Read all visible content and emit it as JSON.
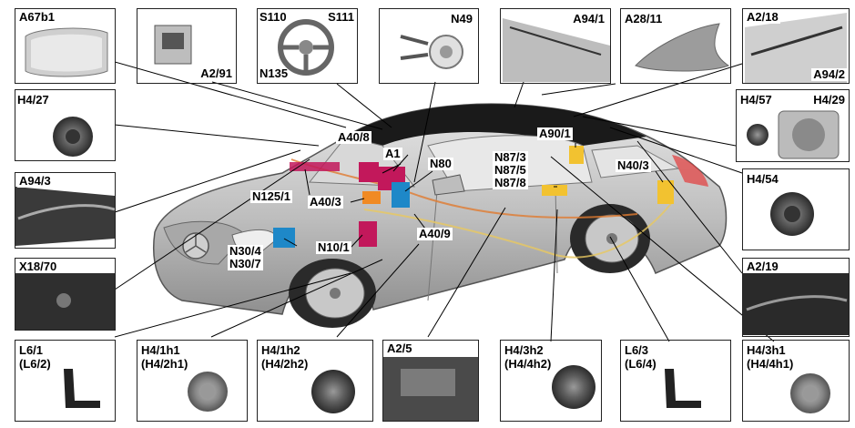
{
  "boxes": {
    "a67b1": "A67b1",
    "a2_91": "A2/91",
    "s110": "S110",
    "s111": "S111",
    "n135": "N135",
    "n49": "N49",
    "a94_1": "A94/1",
    "a28_11": "A28/11",
    "a2_18": "A2/18",
    "a94_2": "A94/2",
    "h4_27": "H4/27",
    "h4_57": "H4/57",
    "h4_29": "H4/29",
    "a94_3": "A94/3",
    "h4_54": "H4/54",
    "x18_70": "X18/70",
    "a2_19": "A2/19",
    "l6_1": "L6/1",
    "l6_2": "(L6/2)",
    "h4_1h1": "H4/1h1",
    "h4_2h1": "(H4/2h1)",
    "h4_1h2": "H4/1h2",
    "h4_2h2": "(H4/2h2)",
    "a2_5": "A2/5",
    "h4_3h2": "H4/3h2",
    "h4_4h2": "(H4/4h2)",
    "l6_3": "L6/3",
    "l6_4": "(L6/4)",
    "h4_3h1": "H4/3h1",
    "h4_4h1": "(H4/4h1)"
  },
  "callouts": {
    "a40_8": "A40/8",
    "a1": "A1",
    "n80": "N80",
    "n125_1": "N125/1",
    "a40_3": "A40/3",
    "a90_1": "A90/1",
    "n87_3": "N87/3",
    "n87_5": "N87/5",
    "n87_8": "N87/8",
    "n40_3": "N40/3",
    "n30_4": "N30/4",
    "n30_7": "N30/7",
    "n10_1": "N10/1",
    "a40_9": "A40/9"
  },
  "colors": {
    "car_body": "#c9c9c9",
    "component_magenta": "#c2185b",
    "component_blue": "#1e88c8",
    "component_yellow": "#f2c230",
    "component_orange": "#f08a24"
  }
}
